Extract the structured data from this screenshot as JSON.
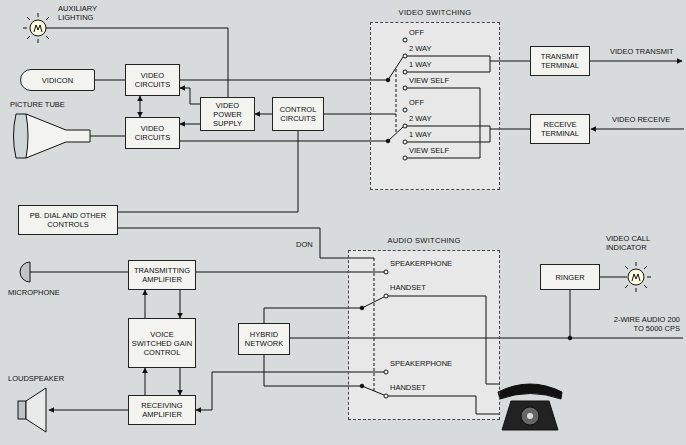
{
  "diagram": {
    "nodes": [
      {
        "text": [
          "VIDICON"
        ]
      },
      {
        "text": [
          "VIDEO CIRCUITS"
        ]
      },
      {
        "text": [
          "VIDEO POWER SUPPLY"
        ]
      },
      {
        "text": [
          "CONTROL CIRCUITS"
        ]
      },
      {
        "text": [
          "VIDEO SWITCHING"
        ]
      },
      {
        "text": [
          "TRANSMIT TERMINAL"
        ]
      },
      {
        "text": [
          "VIDEO CIRCUITS"
        ]
      },
      {
        "text": [
          "RECEIVE TERMINAL"
        ]
      },
      {
        "text": [
          "PB. DIAL AND OTHER CONTROLS"
        ]
      },
      {
        "text": [
          "AUDIO SWITCHING"
        ]
      },
      {
        "text": [
          "RINGER"
        ]
      },
      {
        "text": [
          "TRANSMITTING AMPLIFIER"
        ]
      },
      {
        "text": [
          "VOICE SWITCHED GAIN CONTROL"
        ]
      },
      {
        "text": [
          "HYBRID NETWORK"
        ]
      },
      {
        "text": [
          "RECEIVING AMPLIFIER"
        ]
      }
    ],
    "edges": [
      {
        "from": 0,
        "to": 1,
        "arrow": "none"
      },
      {
        "from": 1,
        "to": 6,
        "arrow": "both"
      },
      {
        "from": 2,
        "to": 1,
        "arrow": "to"
      },
      {
        "from": 2,
        "to": 6,
        "arrow": "to"
      },
      {
        "from": 3,
        "to": 2,
        "arrow": "to"
      },
      {
        "from": 1,
        "to": 4,
        "arrow": "none"
      },
      {
        "from": 6,
        "to": 4,
        "arrow": "none"
      },
      {
        "from": 3,
        "to": 4,
        "arrow": "none"
      },
      {
        "from": 4,
        "to": 5,
        "arrow": "none"
      },
      {
        "from": 7,
        "to": 4,
        "arrow": "none"
      },
      {
        "from": 8,
        "to": 3,
        "arrow": "none"
      },
      {
        "from": 8,
        "to": 9,
        "arrow": "none"
      },
      {
        "from": 11,
        "to": 9,
        "arrow": "none"
      },
      {
        "from": 12,
        "to": 11,
        "arrow": "to"
      },
      {
        "from": 11,
        "to": 12,
        "arrow": "to"
      },
      {
        "from": 14,
        "to": 12,
        "arrow": "to"
      },
      {
        "from": 12,
        "to": 14,
        "arrow": "to"
      },
      {
        "from": 13,
        "to": 9,
        "arrow": "none"
      },
      {
        "from": 13,
        "to": 9,
        "arrow": "none"
      },
      {
        "from": 9,
        "to": 14,
        "arrow": "to"
      }
    ],
    "labels": [
      "AUXILIARY LIGHTING",
      "PICTURE TUBE",
      "OFF",
      "2 WAY",
      "1 WAY",
      "VIEW SELF",
      "OFF",
      "2 WAY",
      "1 WAY",
      "VIEW SELF",
      "VIDEO TRANSMIT",
      "VIDEO RECEIVE",
      "VIDEO CALL INDICATOR",
      "MICROPHONE",
      "DON",
      "SPEAKERPHONE",
      "HANDSET",
      "SPEAKERPHONE",
      "HANDSET",
      "2-WIRE AUDIO 200 TO 5000 CPS",
      "LOUDSPEAKER"
    ]
  }
}
